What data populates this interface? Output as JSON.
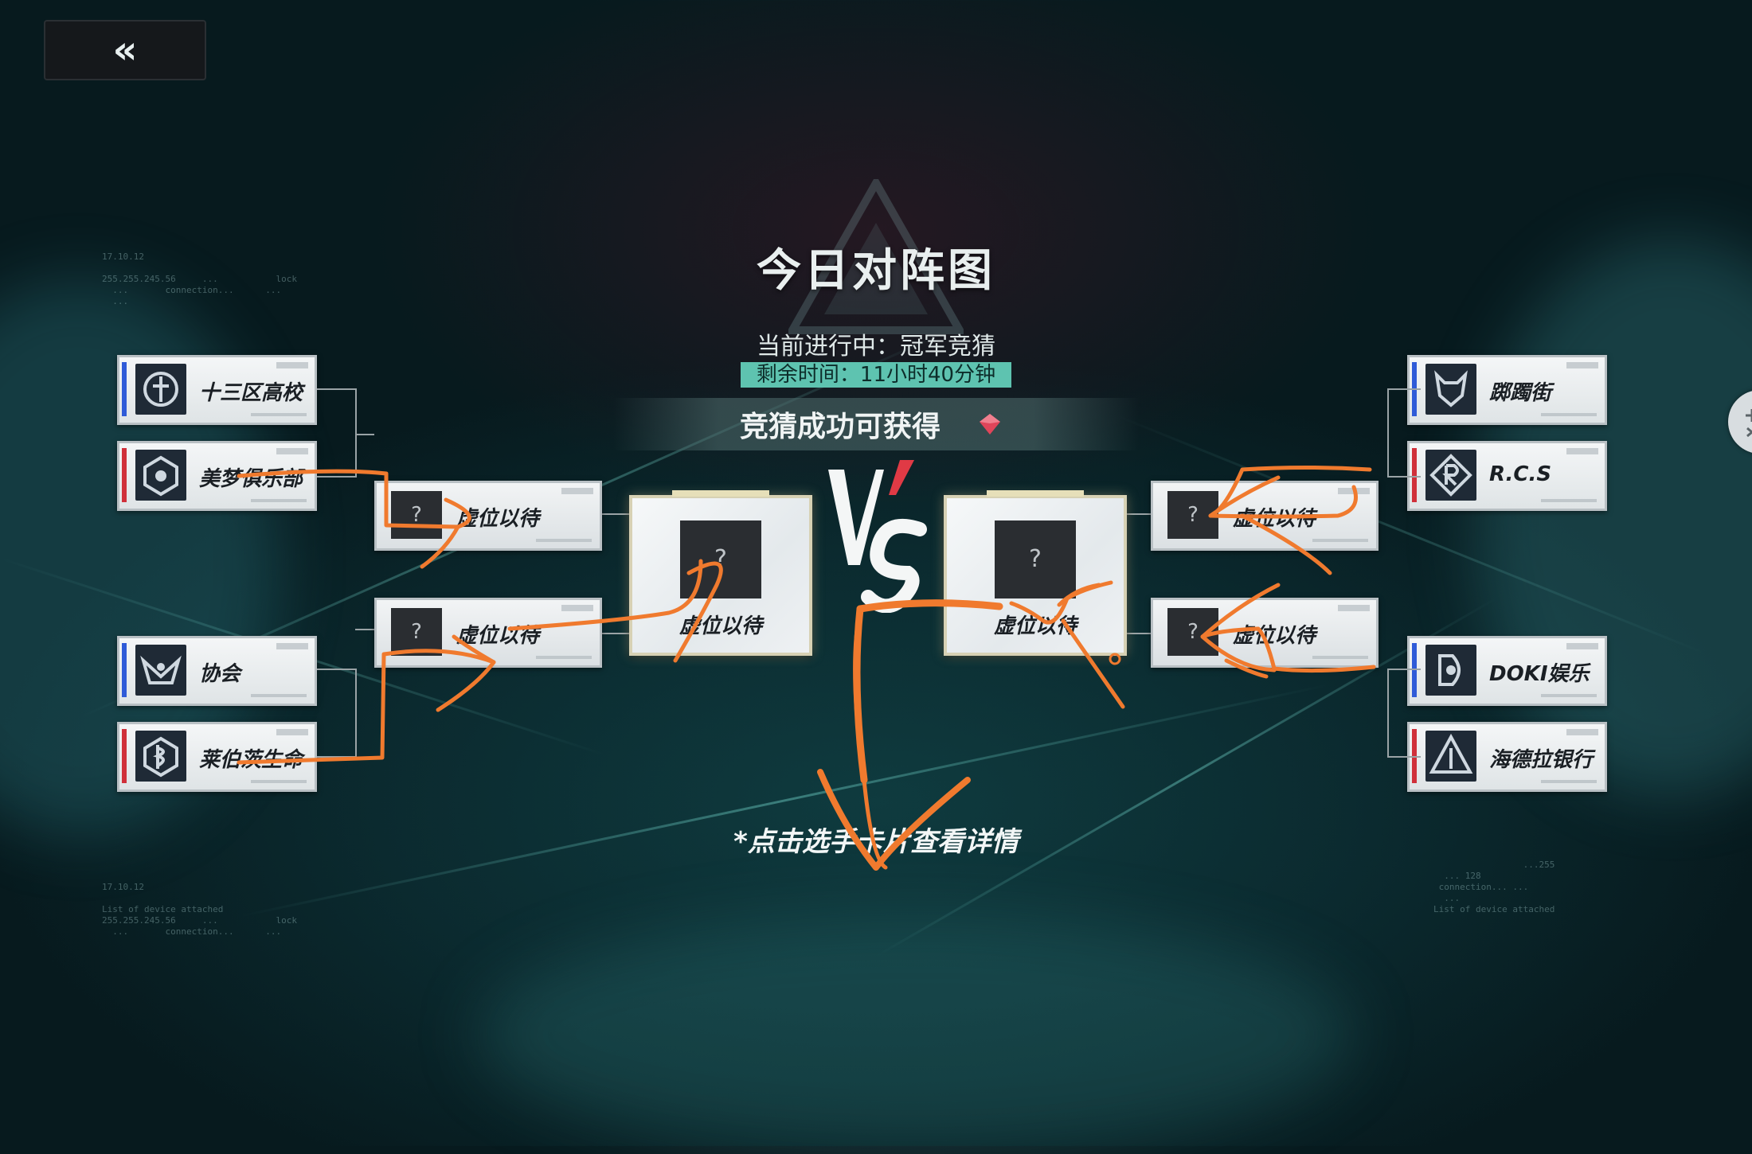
{
  "header": {
    "back_icon": "double-chevron-left-icon",
    "back_glyph": "«"
  },
  "title": "今日对阵图",
  "status": {
    "current": "当前进行中：冠军竞猜",
    "remaining": "剩余时间：11小时40分钟"
  },
  "reward": {
    "label": "竞猜成功可获得",
    "icon": "red-gem-icon"
  },
  "bracket": {
    "left_teams": [
      {
        "name": "十三区高校",
        "stripe": "#2f5bd8"
      },
      {
        "name": "美梦俱乐部",
        "stripe": "#d0303a"
      },
      {
        "name": "协会",
        "stripe": "#2f5bd8"
      },
      {
        "name": "莱伯茨生命",
        "stripe": "#d0303a"
      }
    ],
    "right_teams": [
      {
        "name": "踯躅街",
        "stripe": "#2f5bd8"
      },
      {
        "name": "R.C.S",
        "stripe": "#d0303a"
      },
      {
        "name": "DOKI娱乐",
        "stripe": "#2f5bd8"
      },
      {
        "name": "海德拉银行",
        "stripe": "#d0303a"
      }
    ],
    "placeholder_mark": "?",
    "semifinal_slots": [
      "虚位以待",
      "虚位以待",
      "虚位以待",
      "虚位以待"
    ],
    "final_slots": [
      "虚位以待",
      "虚位以待"
    ]
  },
  "vs_text": "VS",
  "footer_hint": "*点击选手卡片查看详情",
  "colors": {
    "timer_bg": "#5ec3b0",
    "annotation": "#f07a2e"
  }
}
